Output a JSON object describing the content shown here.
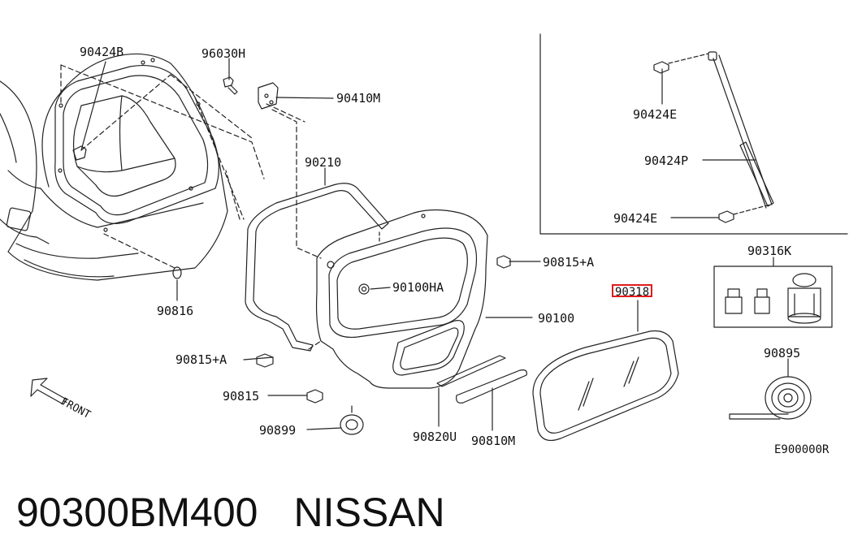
{
  "labels": {
    "p_90424B": "90424B",
    "p_96030H": "96030H",
    "p_90410M": "90410M",
    "p_90210": "90210",
    "p_90816": "90816",
    "p_90100HA": "90100HA",
    "p_90815A_top": "90815+A",
    "p_90100": "90100",
    "p_90815A_left": "90815+A",
    "p_90815": "90815",
    "p_90899": "90899",
    "p_90820U": "90820U",
    "p_90810M": "90810M",
    "p_90318": "90318",
    "p_90424E_top": "90424E",
    "p_90424P": "90424P",
    "p_90424E_bottom": "90424E",
    "p_90316K": "90316K",
    "p_90895": "90895",
    "front": "FRONT",
    "ref_code": "E900000R"
  },
  "highlight": {
    "target": "90318",
    "color": "#e11b1b"
  },
  "caption": {
    "part_number": "90300BM400",
    "brand": "NISSAN"
  }
}
